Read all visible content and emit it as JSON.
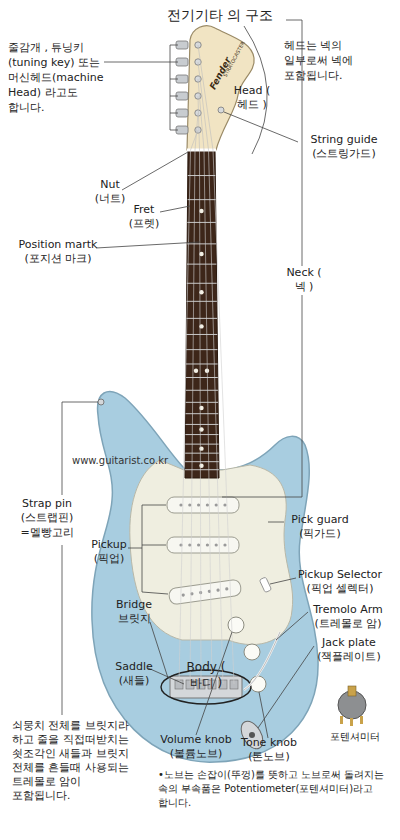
{
  "diagram": {
    "title": "전기기타 의 구조",
    "labels": [
      "줄감개 , 튜닝키(tuning key) 또는 머신헤드(machine Head) 라고도 합니다.",
      "Head ( 헤드 )",
      "헤드는 넥의 일부로써 넥에 포함됩니다.",
      "String guide (스트링가드)",
      "Nut (너트)",
      "Fret (프렛)",
      "Position martk (포지션 마크)",
      "Neck ( 넥 )",
      "www.guitarist.co.kr",
      "Strap pin (스트랩핀) =멜빵고리",
      "Pick guard (픽가드)",
      "Pickup (픽업)",
      "Pickup Selector (픽업 셀렉터)",
      "Tremolo Arm (트레몰로 암)",
      "Jack plate (잭플레이트)",
      "Bridge 브릿지",
      "Saddle (새들)",
      "Body ( 바디 )",
      "쇠뭉치 전체를 브릿지라 하고 줄을 직접떠받치는 쇳조각인 새들과 브릿지 전체를 흔들때 사용되는 트레몰로 암이 포함됩니다.",
      "Volume knob (볼륨노브)",
      "Tone knob (톤노브)",
      "포텐셔미터",
      "•노브는 손잡이(뚜껑)를 뜻하고 노브로써 돌려지는 속의 부속품은 Potentiometer(포텐셔미터)라고 합니다.",
      "Fender",
      "STRATOCASTER"
    ]
  }
}
